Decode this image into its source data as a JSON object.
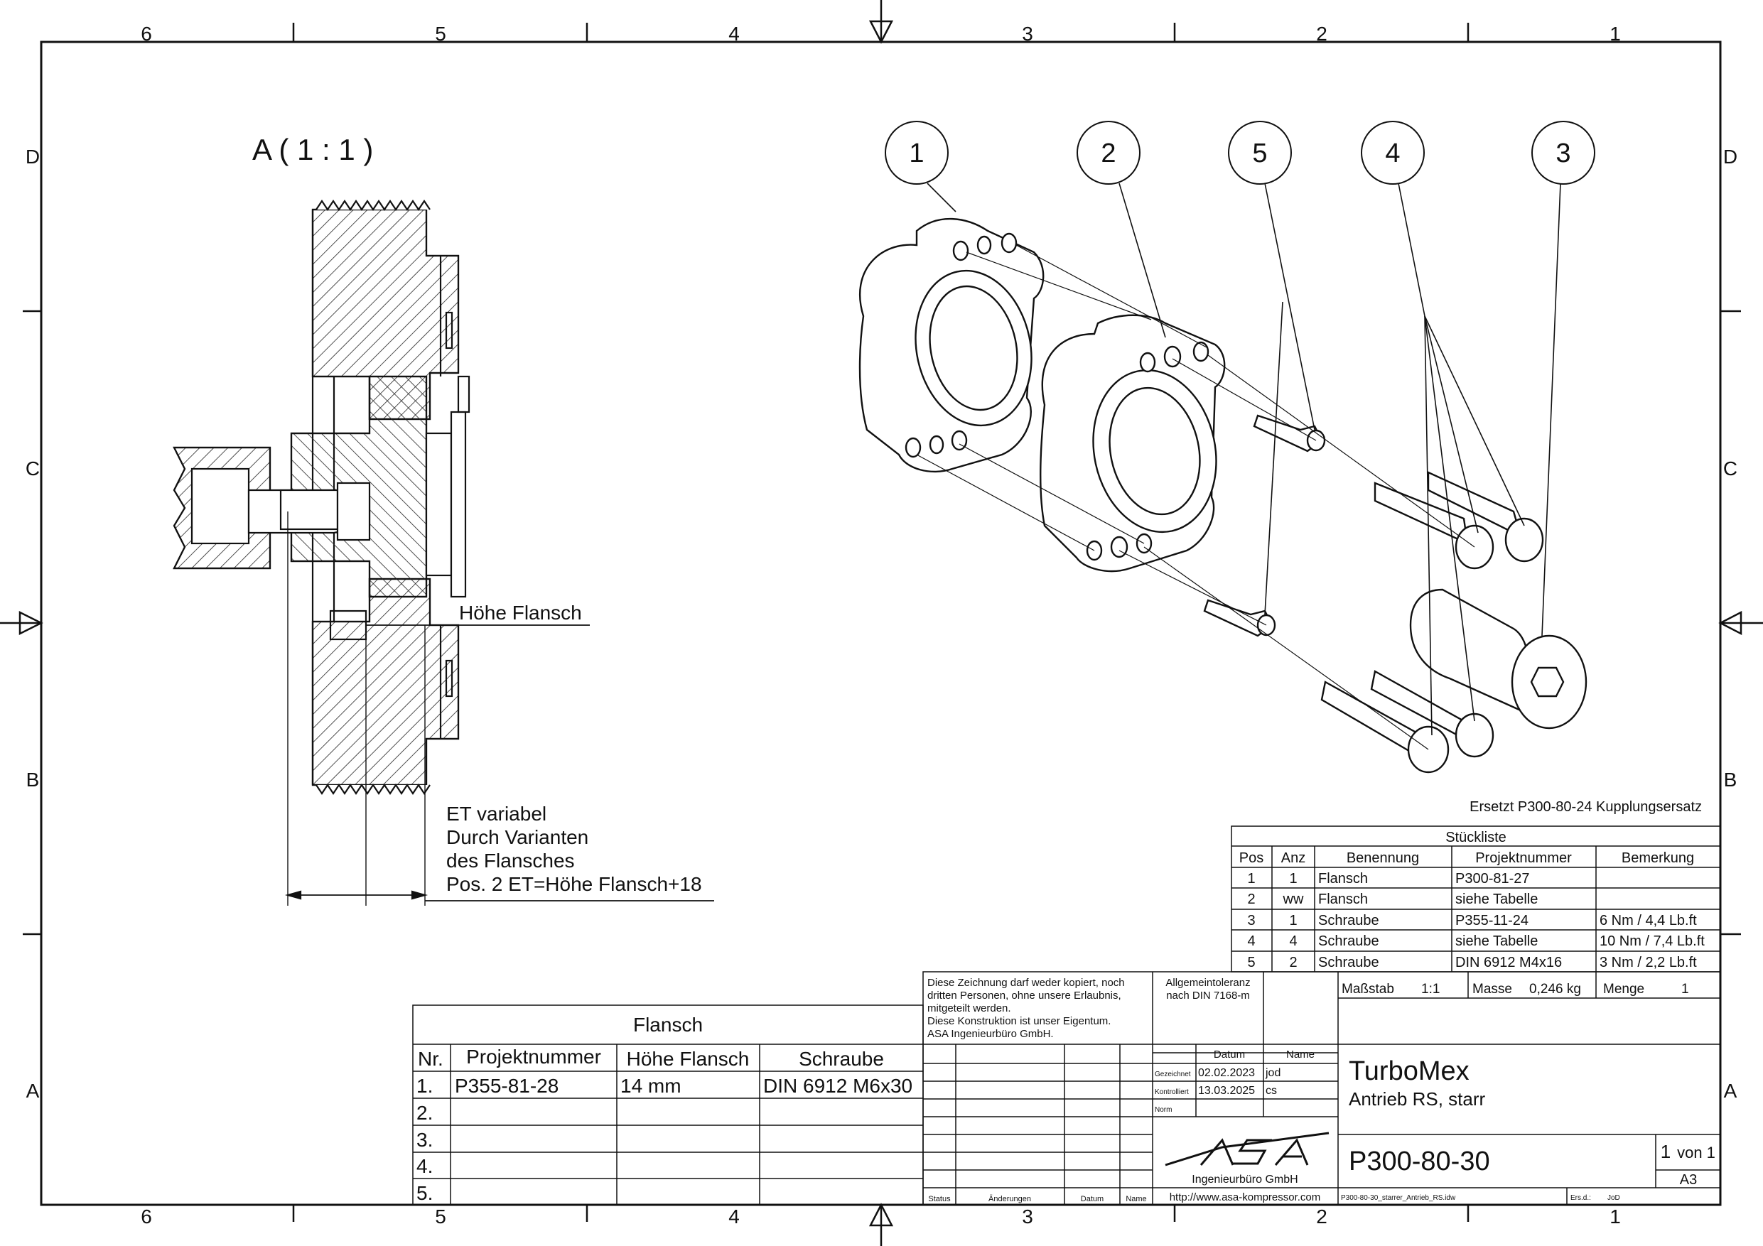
{
  "frame": {
    "col_labels": [
      "6",
      "5",
      "4",
      "3",
      "2",
      "1"
    ],
    "row_labels": [
      "D",
      "C",
      "B",
      "A"
    ]
  },
  "section_view": {
    "title": "A ( 1 : 1 )",
    "dim_label": "Höhe Flansch",
    "note_lines": [
      "ET variabel",
      "Durch Varianten",
      "des Flansches",
      "Pos. 2 ET=Höhe Flansch+18"
    ]
  },
  "exploded_view": {
    "balloons": [
      "1",
      "2",
      "5",
      "4",
      "3"
    ]
  },
  "replaces_note": "Ersetzt P300-80-24 Kupplungsersatz",
  "parts_list": {
    "title": "Stückliste",
    "headers": [
      "Pos",
      "Anz",
      "Benennung",
      "Projektnummer",
      "Bemerkung"
    ],
    "rows": [
      [
        "1",
        "1",
        "Flansch",
        "P300-81-27",
        ""
      ],
      [
        "2",
        "ww",
        "Flansch",
        "siehe Tabelle",
        ""
      ],
      [
        "3",
        "1",
        "Schraube",
        "P355-11-24",
        "6 Nm / 4,4 Lb.ft"
      ],
      [
        "4",
        "4",
        "Schraube",
        "siehe Tabelle",
        "10 Nm / 7,4 Lb.ft"
      ],
      [
        "5",
        "2",
        "Schraube",
        "DIN 6912 M4x16",
        "3 Nm / 2,2 Lb.ft"
      ]
    ]
  },
  "flange_table": {
    "title": "Flansch",
    "headers": [
      "Nr.",
      "Projektnummer",
      "Höhe Flansch",
      "Schraube"
    ],
    "rows": [
      [
        "1.",
        "P355-81-28",
        "14 mm",
        "DIN 6912 M6x30"
      ],
      [
        "2.",
        "",
        "",
        ""
      ],
      [
        "3.",
        "",
        "",
        ""
      ],
      [
        "4.",
        "",
        "",
        ""
      ],
      [
        "5.",
        "",
        "",
        ""
      ]
    ]
  },
  "title_block": {
    "copyright_lines": [
      "Diese Zeichnung darf weder kopiert, noch",
      "dritten Personen, ohne unsere Erlaubnis,",
      "mitgeteilt werden.",
      "Diese Konstruktion ist unser Eigentum.",
      "ASA Ingenieurbüro GmbH."
    ],
    "tolerance_lines": [
      "Allgemeintoleranz",
      "nach DIN 7168-m"
    ],
    "datum_header": "Datum",
    "name_header": "Name",
    "gezeichnet_label": "Gezeichnet",
    "gezeichnet_date": "02.02.2023",
    "gezeichnet_name": "jod",
    "kontrolliert_label": "Kontrolliert",
    "kontrolliert_date": "13.03.2025",
    "kontrolliert_name": "cs",
    "norm_label": "Norm",
    "company": "Ingenieurbüro GmbH",
    "url": "http://www.asa-kompressor.com",
    "revision_headers": [
      "Status",
      "Änderungen",
      "Datum",
      "Name"
    ],
    "massstab_label": "Maßstab",
    "massstab_value": "1:1",
    "masse_label": "Masse",
    "masse_value": "0,246 kg",
    "menge_label": "Menge",
    "menge_value": "1",
    "product": "TurboMex",
    "subtitle": "Antrieb RS, starr",
    "drawing_number": "P300-80-30",
    "sheet_num": "1",
    "sheet_of": "von 1",
    "format": "A3",
    "filename": "P300-80-30_starrer_Antrieb_RS.idw",
    "ersd_label": "Ers.d.:",
    "ersd_value": "JoD"
  }
}
